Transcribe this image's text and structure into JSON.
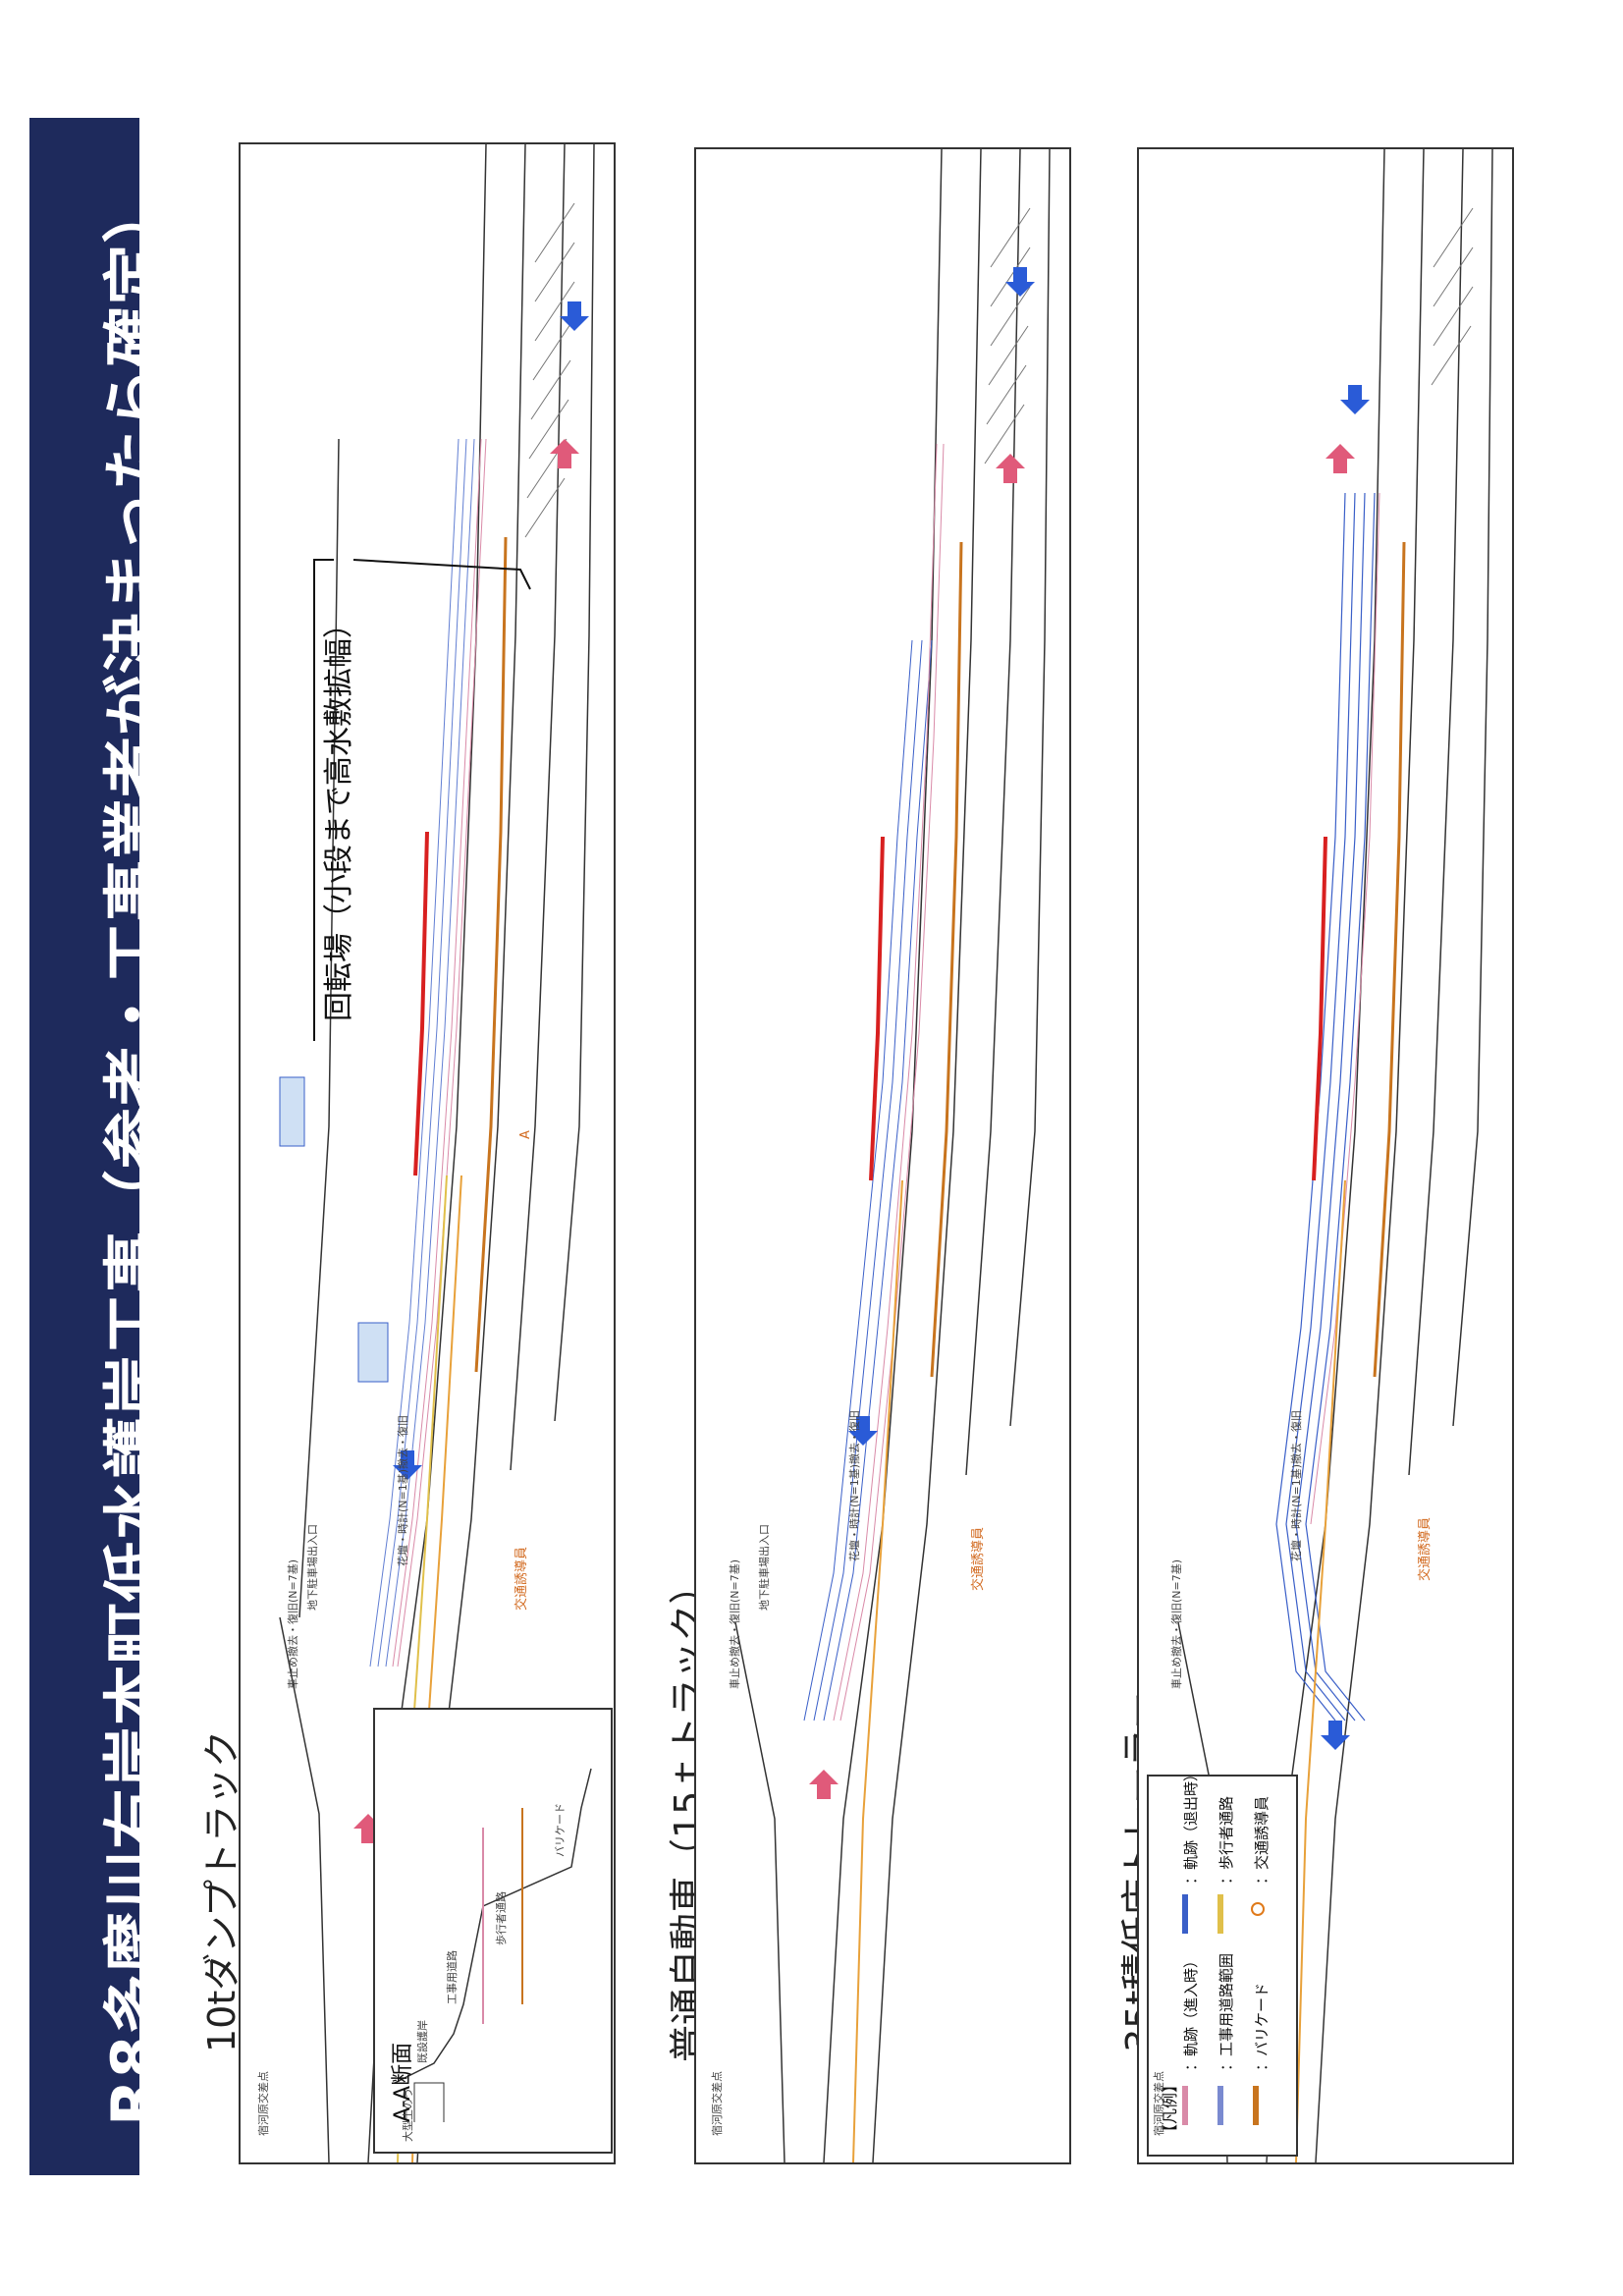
{
  "title": "R8多摩川右岸本町低水護岸工事（参考・工事業者が決まったら確定）",
  "panels": [
    {
      "label": "10tダンプトラック"
    },
    {
      "label": "普通自動車（15ｔトラック）"
    },
    {
      "label": "35t積低床トレーラー"
    }
  ],
  "callout_turnaround": "回転場（小段まで高水敷拡幅）",
  "section_aa": {
    "title": "A-A断面",
    "labels": [
      "工事用道路",
      "歩行者通路",
      "バリケード",
      "既設護岸",
      "大型土のう"
    ],
    "section_marker": "A"
  },
  "legend": {
    "title": "【凡例】",
    "items": [
      {
        "label": "：軌跡（進入時）",
        "color": "#d98aa8"
      },
      {
        "label": "：軌跡（退出時）",
        "color": "#3a5fc8"
      },
      {
        "label": "：工事用道路範囲",
        "color": "#7a8ad0"
      },
      {
        "label": "：歩行者通路",
        "color": "#e0c04a"
      },
      {
        "label": "：バリケード",
        "color": "#c8741e"
      },
      {
        "label": "：交通誘導員",
        "color": "#e07a1a"
      }
    ]
  },
  "map_labels": {
    "guard": "交通誘導員",
    "signal": "宿河原交差点",
    "work_note": "花壇・時計(N=1基)撤去・復旧",
    "stop_note": "車止め撤去・復旧(N=7基)",
    "entrance": "地下駐車場出入口"
  },
  "colors": {
    "title_bg": "#1e2a5c",
    "title_fg": "#ffffff",
    "track_in": "#d98aa8",
    "track_out": "#3a5fc8",
    "arrow_in": "#e05a7a",
    "arrow_out": "#2a5bd7",
    "road": "#e8a13a",
    "barricade": "#c8741e"
  }
}
